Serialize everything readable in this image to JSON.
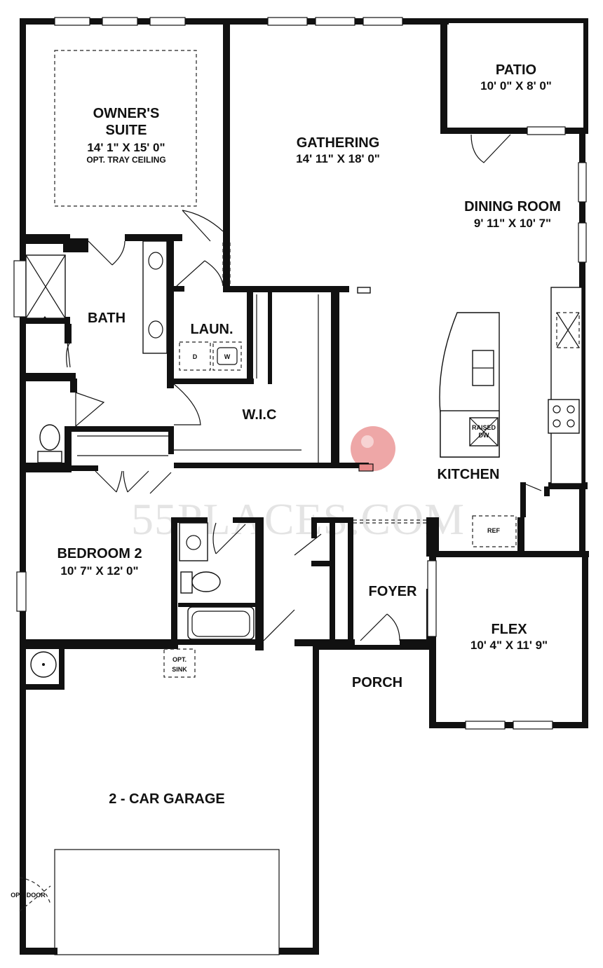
{
  "rooms": {
    "owners_suite": {
      "name_line1": "OWNER'S",
      "name_line2": "SUITE",
      "dims": "14' 1\" X 15' 0\"",
      "note": "OPT. TRAY CEILING"
    },
    "gathering": {
      "name": "GATHERING",
      "dims": "14' 11\" X 18' 0\""
    },
    "patio": {
      "name": "PATIO",
      "dims": "10' 0\" X 8' 0\""
    },
    "dining_room": {
      "name": "DINING ROOM",
      "dims": "9' 11\" X 10' 7\""
    },
    "bath": {
      "name": "BATH"
    },
    "laundry": {
      "name": "LAUN.",
      "dryer": "D",
      "washer": "W"
    },
    "wic": {
      "name": "W.I.C"
    },
    "kitchen": {
      "name": "KITCHEN",
      "dishwasher_line1": "RAISED",
      "dishwasher_line2": "DW",
      "refrigerator": "REF"
    },
    "bedroom2": {
      "name": "BEDROOM 2",
      "dims": "10' 7\" X 12' 0\""
    },
    "foyer": {
      "name": "FOYER"
    },
    "flex": {
      "name": "FLEX",
      "dims": "10' 4\" X 11' 9\""
    },
    "porch": {
      "name": "PORCH"
    },
    "garage": {
      "name": "2 - CAR GARAGE",
      "opt_sink_line1": "OPT.",
      "opt_sink_line2": "SINK",
      "opt_door": "OPT. DOOR"
    }
  },
  "watermark": "55PLACES.COM",
  "colors": {
    "wall": "#111111",
    "background": "#ffffff",
    "watermark_dot": "#e88a8a"
  }
}
